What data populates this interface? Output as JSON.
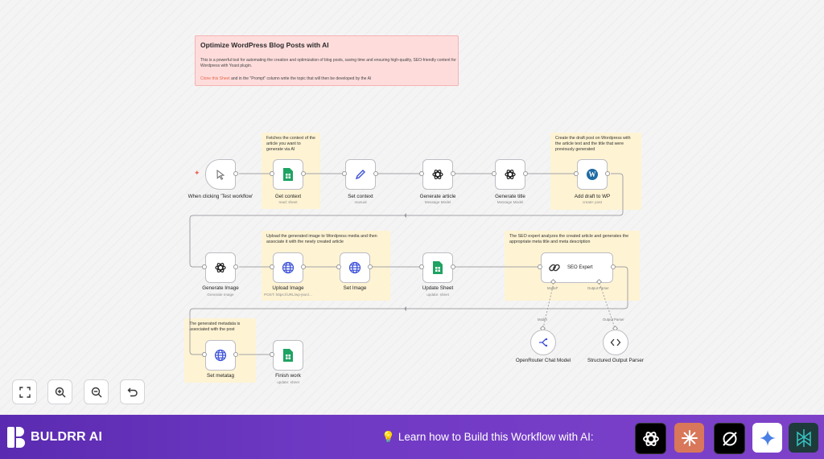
{
  "header_note": {
    "title": "Optimize WordPress Blog Posts with AI",
    "description": "This is a powerful tool for automating the creation and optimization of blog posts, saving time and ensuring high-quality, SEO-friendly content for Wordpress with Yoast plugin.",
    "link_text": "Clone this Sheet",
    "link_after": " and in the \"Prompt\" column write the topic that will then be developed by the AI"
  },
  "sticky_notes": {
    "get_context": "Fetches the context of the article you want to generate via AI",
    "add_draft": "Create the draft post on Wordpress with the article text and the title that were previously generated",
    "upload": "Upload the generated image to Wordpress media and then associate it with the newly created article",
    "seo": "The SEO expert analyzes the created article and generates the appropriate meta title and meta description",
    "metatag": "The generated metadata is associated with the post"
  },
  "nodes": {
    "trigger": {
      "label": "When clicking 'Test workflow'",
      "icon": "cursor-click-icon"
    },
    "get_context": {
      "label": "Get context",
      "sub": "read: sheet",
      "icon": "google-sheets-icon"
    },
    "set_context": {
      "label": "Set context",
      "sub": "manual",
      "icon": "pencil-icon"
    },
    "generate_article": {
      "label": "Generate article",
      "sub": "Message Model",
      "icon": "openai-icon"
    },
    "generate_title": {
      "label": "Generate title",
      "sub": "Message Model",
      "icon": "openai-icon"
    },
    "add_draft": {
      "label": "Add draft to WP",
      "sub": "create: post",
      "icon": "wordpress-icon"
    },
    "generate_image": {
      "label": "Generate Image",
      "sub": "Generate Image",
      "icon": "openai-icon"
    },
    "upload_image": {
      "label": "Upload Image",
      "sub": "POST: https://URL/wp-json/...",
      "icon": "globe-icon"
    },
    "set_image": {
      "label": "Set Image",
      "sub": "",
      "icon": "globe-icon"
    },
    "update_sheet": {
      "label": "Update Sheet",
      "sub": "update: sheet",
      "icon": "google-sheets-icon"
    },
    "seo_expert": {
      "label": "SEO Expert",
      "icon": "link-chain-icon",
      "port_model": "Model*",
      "port_parser": "Output Parser"
    },
    "openrouter": {
      "label": "OpenRouter Chat Model",
      "edge_label": "Model",
      "icon": "openrouter-icon"
    },
    "structured_parser": {
      "label": "Structured Output Parser",
      "edge_label": "Output Parser",
      "icon": "code-brackets-icon"
    },
    "set_metatag": {
      "label": "Set metatag",
      "sub": "",
      "icon": "globe-icon"
    },
    "finish_work": {
      "label": "Finish work",
      "sub": "update: sheet",
      "icon": "google-sheets-icon"
    }
  },
  "controls": {
    "fit_view": "fit-view-icon",
    "zoom_in": "zoom-in-icon",
    "zoom_out": "zoom-out-icon",
    "undo": "undo-icon"
  },
  "footer": {
    "brand": "BULDRR AI",
    "learn_text": "Learn how to Build this Workflow with AI:",
    "ai_logos": [
      "chatgpt-logo-icon",
      "claude-logo-icon",
      "grok-logo-icon",
      "gemini-logo-icon",
      "perplexity-logo-icon"
    ]
  },
  "colors": {
    "sticky_yellow": "#fef3d3",
    "sticky_red": "#fedcdc",
    "footer_purple": "#6f39c4",
    "sheets_green": "#1ea362",
    "globe_blue": "#3b4fd8",
    "wordpress_blue": "#1f6aa3"
  }
}
